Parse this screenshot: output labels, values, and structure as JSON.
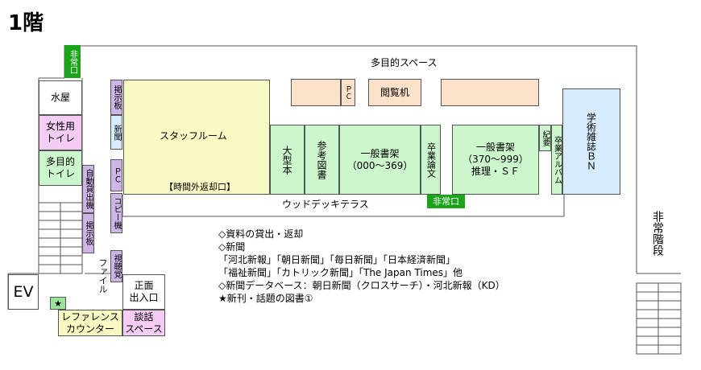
{
  "title": "1階",
  "rooms": {
    "multipurpose_space": "多目的スペース",
    "pc_top": "ＰＣ",
    "reading_desk": "閲覧机",
    "academic_journals": "学術雑誌ＢＮ",
    "bulletins": "紀要",
    "graduation_album": "卒業アルバム",
    "general_shelf_right": "一般書架\n（370〜999）\n推理・ＳＦ",
    "graduation_thesis": "卒業論文",
    "general_shelf_left": "一般書架\n（000〜369）",
    "reference_books": "参考図書",
    "large_books": "大型本",
    "staff_room": "スタッフルーム",
    "after_hours_return": "【時間外返却口】",
    "wood_deck": "ウッドデッキテラス",
    "emergency_exit_top": "非常口",
    "emergency_exit_deck": "非常口",
    "emergency_stairs": "非常階段",
    "bulletin_board_top": "掲示板",
    "newspaper": "新聞",
    "pc_left": "ＰＣ",
    "copier": "コピー機",
    "av": "視聴覚",
    "file": "ファイル",
    "auto_lending": "自動貸出機",
    "bulletin_board_mid": "掲示板",
    "water_room": "水屋",
    "womens_toilet": "女性用\nトイレ",
    "multipurpose_toilet": "多目的\nトイレ",
    "ev": "EV",
    "main_entrance": "正面\n出入口",
    "reference_counter": "レファレンス\nカウンター",
    "talk_space": "談話\nスペース",
    "star_marker": "★"
  },
  "legend": {
    "lines": [
      "◇資料の貸出・返却",
      "◇新聞",
      "「河北新報」「朝日新聞」「毎日新聞」「日本経済新聞」",
      "「福祉新聞」「カトリック新聞」「The Japan Times」他",
      "◇新聞データベース：朝日新聞（クロスサーチ）・河北新報（KD）",
      "★新刊・話題の図書①"
    ]
  },
  "colors": {
    "green": "#ccf7cc",
    "pink": "#f4ccf4",
    "purple": "#cdb6e6",
    "yellow": "#f9f9c4",
    "blue": "#d6ebfb",
    "peach": "#fbe1c9",
    "exit_green": "#1ba31b"
  }
}
